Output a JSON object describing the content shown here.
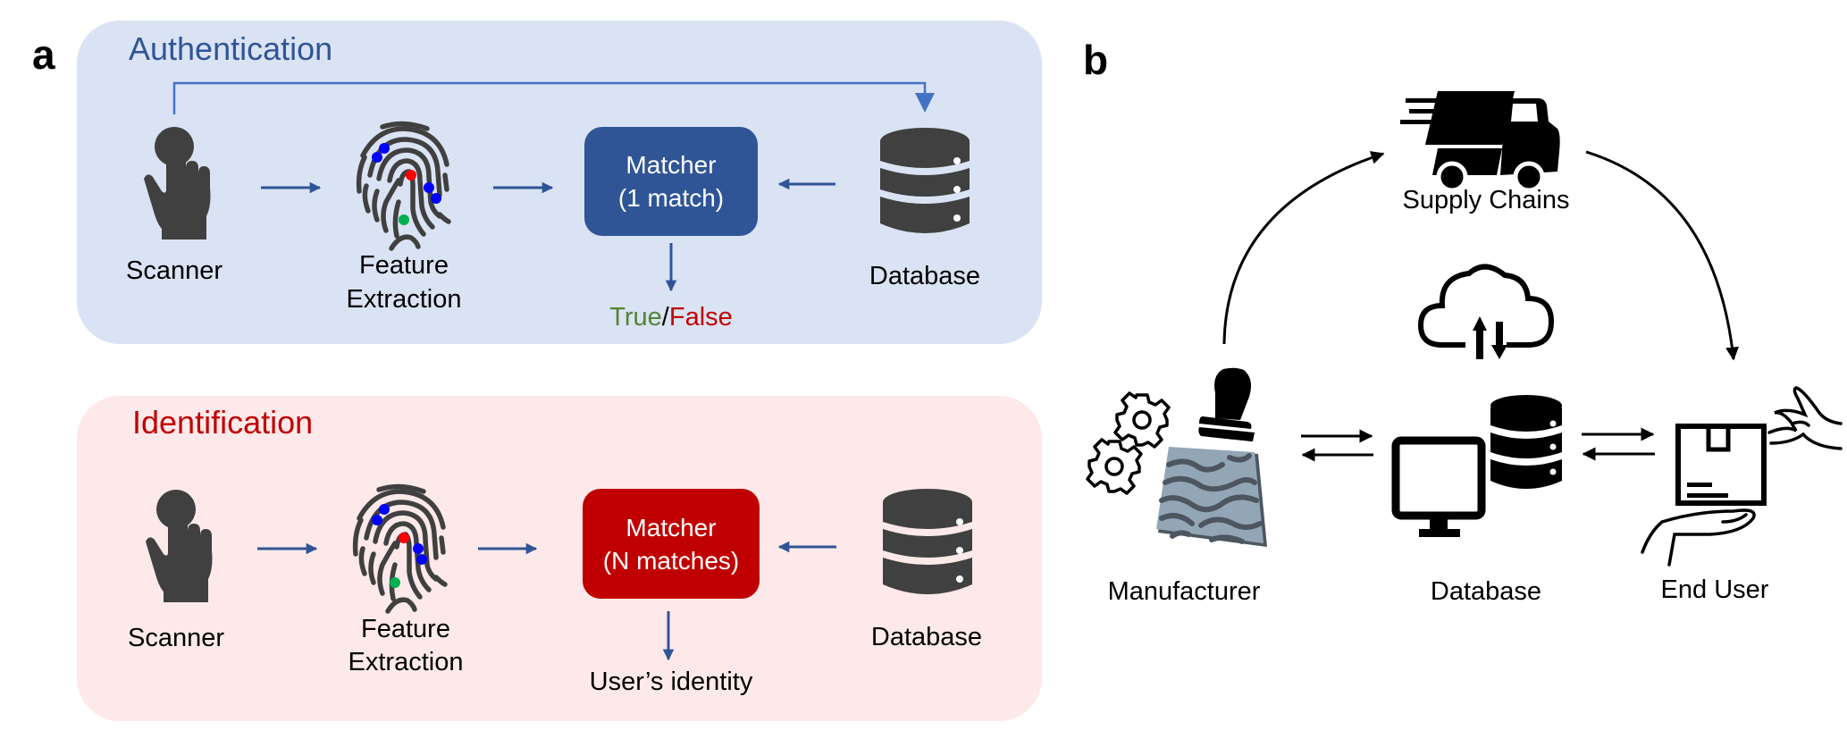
{
  "panel_a": {
    "letter": "a",
    "authentication": {
      "title": "Authentication",
      "scanner_label": "Scanner",
      "feature_label_line1": "Feature",
      "feature_label_line2": "Extraction",
      "matcher_line1": "Matcher",
      "matcher_line2": "(1 match)",
      "database_label": "Database",
      "result_true": "True",
      "result_sep": "/",
      "result_false": "False"
    },
    "identification": {
      "title": "Identification",
      "scanner_label": "Scanner",
      "feature_label_line1": "Feature",
      "feature_label_line2": "Extraction",
      "matcher_line1": "Matcher",
      "matcher_line2": "(N matches)",
      "database_label": "Database",
      "result": "User’s identity"
    }
  },
  "panel_b": {
    "letter": "b",
    "supply_chains_label": "Supply Chains",
    "manufacturer_label": "Manufacturer",
    "database_label": "Database",
    "end_user_label": "End User"
  },
  "colors": {
    "auth_bg": "#dae3f3",
    "ident_bg": "#fde9ea",
    "auth_title": "#2f5597",
    "ident_title": "#c00000",
    "matcher_blue": "#2f5597",
    "matcher_red": "#c00000",
    "arrow_blue": "#2f5597",
    "bypass_line": "#4472c4",
    "icon_gray": "#404040",
    "true_green": "#548235",
    "false_red": "#c00000",
    "minutia_blue": "#0000ff",
    "minutia_red": "#ff0000",
    "minutia_green": "#00b050"
  }
}
